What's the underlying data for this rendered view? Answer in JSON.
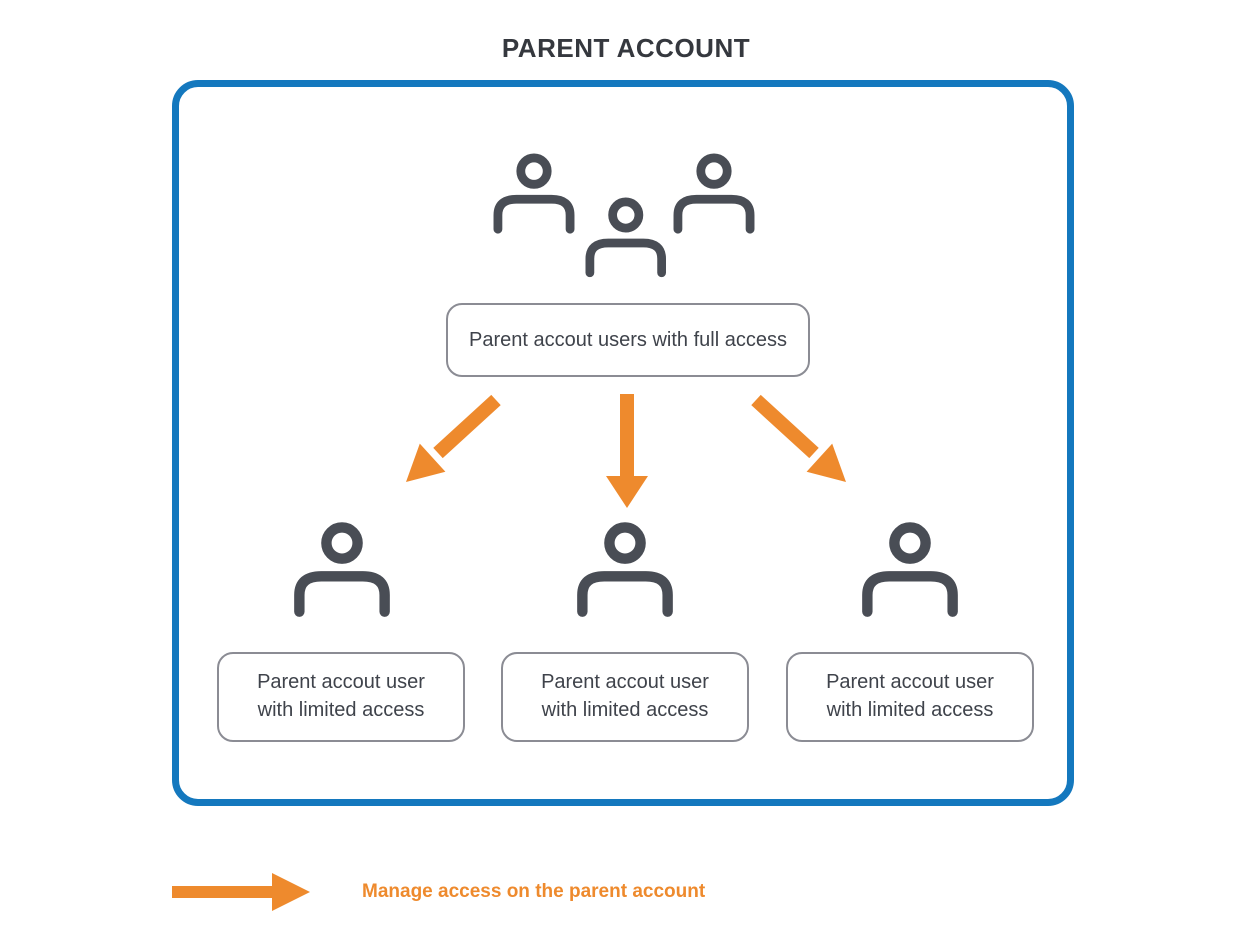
{
  "diagram": {
    "title": "PARENT ACCOUNT",
    "root_node": {
      "label": "Parent accout users with full access",
      "icon": "group-of-three-users-icon"
    },
    "child_nodes": [
      {
        "label": "Parent accout user\nwith limited access",
        "icon": "single-user-icon"
      },
      {
        "label": "Parent accout user\nwith limited access",
        "icon": "single-user-icon"
      },
      {
        "label": "Parent accout user\nwith limited access",
        "icon": "single-user-icon"
      }
    ],
    "connectors": {
      "count": 3,
      "direction": "root-to-children",
      "style": "orange-arrow"
    },
    "legend": {
      "label": "Manage access on the parent account",
      "icon": "right-arrow-icon"
    },
    "colors": {
      "container_border_blue": "#1478be",
      "arrow_orange": "#ee8a2d",
      "icon_gray": "#494d55",
      "node_border_gray": "#8b8c94",
      "text_dark": "#3f434b",
      "title_dark": "#35383e"
    }
  }
}
